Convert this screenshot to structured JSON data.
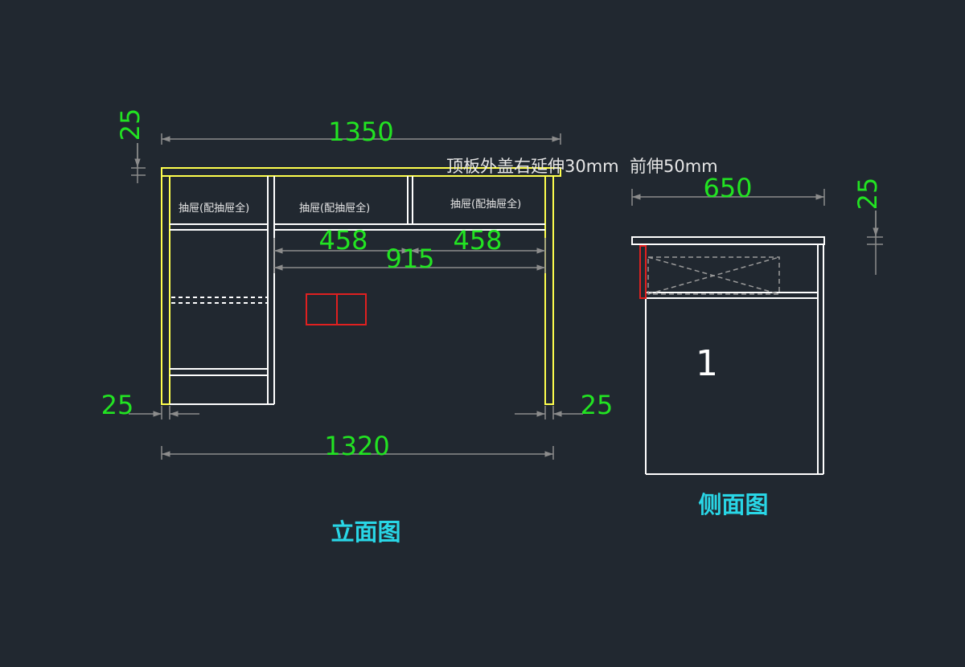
{
  "colors": {
    "background": "#212830",
    "panel_outline": "#ffffff",
    "top_panel": "#ffff4d",
    "dimension_text": "#22e322",
    "dimension_line": "#8c8c8c",
    "title_text": "#29d6e6",
    "marker": "#e02020"
  },
  "front_view": {
    "title": "立面图",
    "drawer_labels": [
      "抽屉(配抽屉全)",
      "抽屉(配抽屉全)",
      "抽屉(配抽屉全)"
    ],
    "dimensions": {
      "top_width": "1350",
      "top_thickness": "25",
      "drawer_left": "458",
      "drawer_right": "458",
      "opening": "915",
      "leg_left": "25",
      "leg_right": "25",
      "bottom_width": "1320"
    }
  },
  "note": "顶板外盖右延伸30mm  前伸50mm",
  "side_view": {
    "title": "侧面图",
    "depth": "650",
    "top_thickness": "25",
    "panel_number": "1"
  }
}
